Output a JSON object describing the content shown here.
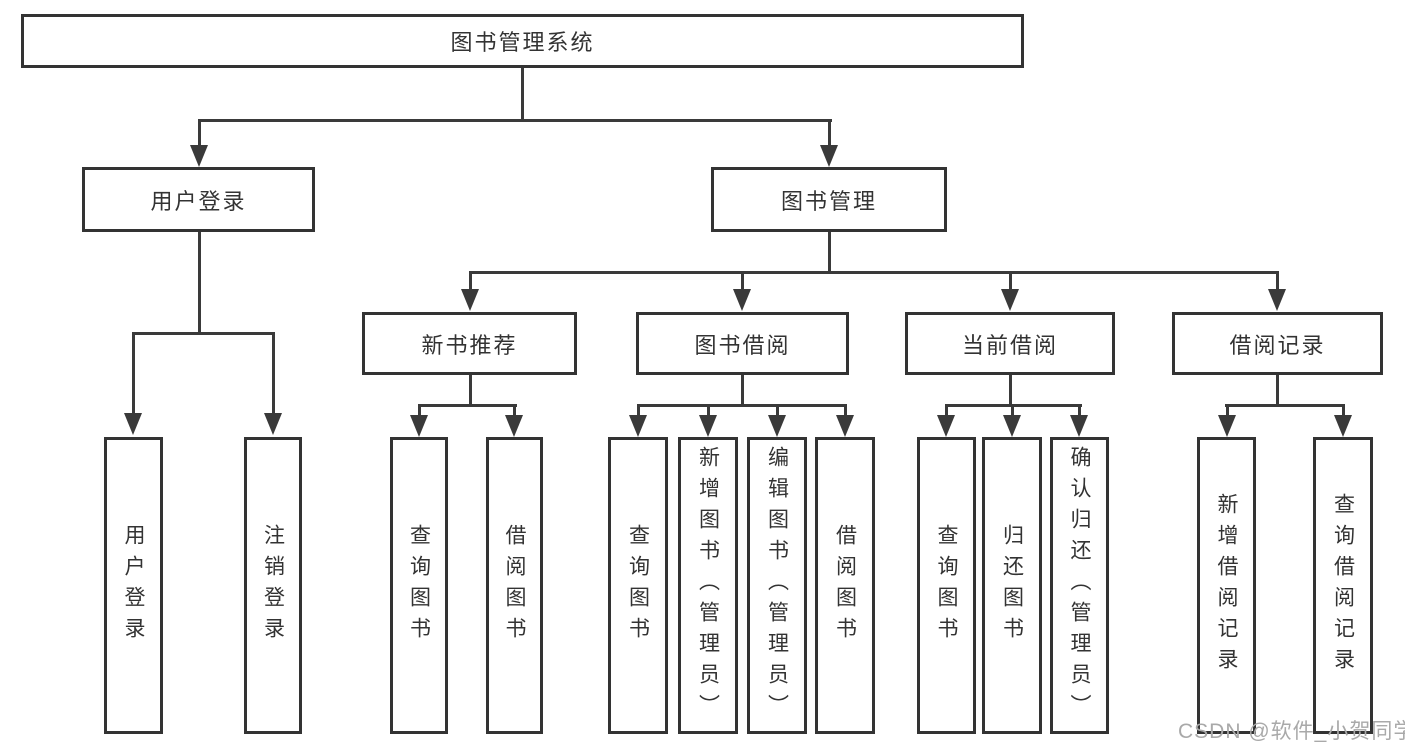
{
  "nodes": {
    "root": "图书管理系统",
    "user_login": "用户登录",
    "book_management": "图书管理",
    "new_book_recommend": "新书推荐",
    "book_borrowing": "图书借阅",
    "current_borrowing": "当前借阅",
    "borrowing_records": "借阅记录",
    "leaves": {
      "user_login_group": [
        "用户登录",
        "注销登录"
      ],
      "recommend_group": [
        "查询图书",
        "借阅图书"
      ],
      "borrowing_group": [
        "查询图书",
        "新增图书（管理员）",
        "编辑图书（管理员）",
        "借阅图书"
      ],
      "current_group": [
        "查询图书",
        "归还图书",
        "确认归还（管理员）"
      ],
      "records_group": [
        "新增借阅记录",
        "查询借阅记录"
      ]
    }
  },
  "watermark": "CSDN @软件_小贺同学",
  "colors": {
    "line": "#3a3a3a",
    "border": "#333333",
    "text": "#333333",
    "watermark": "#a9a9a9",
    "background": "#ffffff"
  }
}
